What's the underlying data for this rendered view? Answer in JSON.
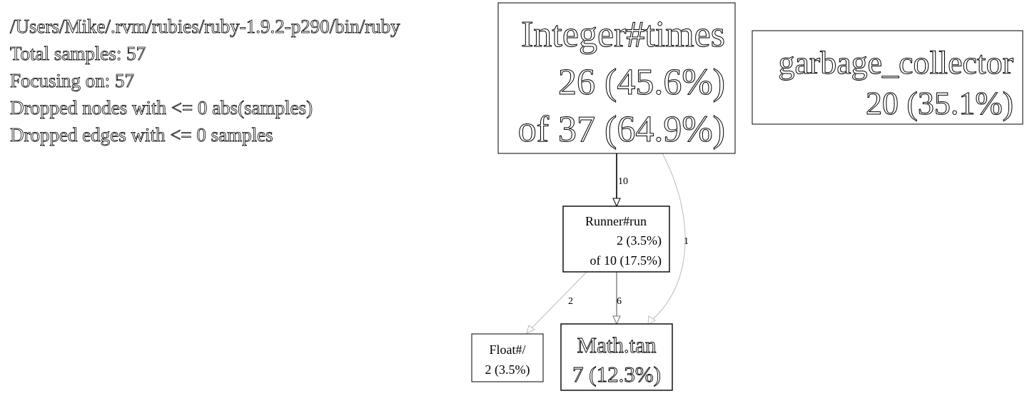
{
  "header": {
    "lines": [
      "/Users/Mike/.rvm/rubies/ruby-1.9.2-p290/bin/ruby",
      "Total samples: 57",
      "Focusing on: 57",
      "Dropped nodes with <= 0 abs(samples)",
      "Dropped edges with <= 0 samples"
    ]
  },
  "nodes": {
    "integer_times": {
      "name": "Integer#times",
      "self": "26 (45.6%)",
      "total": "of 37 (64.9%)"
    },
    "garbage_collector": {
      "name": "garbage_collector",
      "self": "20 (35.1%)"
    },
    "runner_run": {
      "name": "Runner#run",
      "self": "2 (3.5%)",
      "total": "of 10 (17.5%)"
    },
    "float_div": {
      "name": "Float#/",
      "self": "2 (3.5%)"
    },
    "math_tan": {
      "name": "Math.tan",
      "self": "7 (12.3%)"
    }
  },
  "edges": {
    "times_to_run": "10",
    "times_to_tan": "1",
    "run_to_float": "2",
    "run_to_tan": "6"
  },
  "colors": {
    "stroke": "#000000",
    "background": "#ffffff",
    "light_edge": "#bbbbbb",
    "mid_edge": "#777777"
  }
}
